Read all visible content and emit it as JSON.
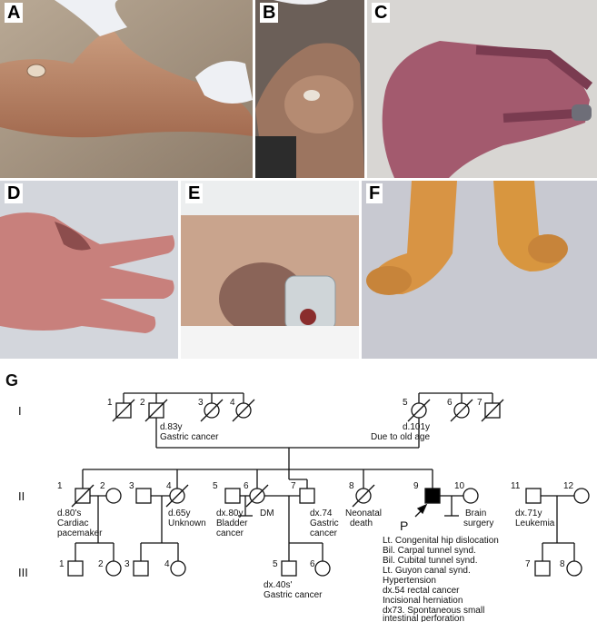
{
  "panels": {
    "A": "A",
    "B": "B",
    "C": "C",
    "D": "D",
    "E": "E",
    "F": "F",
    "G": "G"
  },
  "pedigree": {
    "generations": [
      "I",
      "II",
      "III"
    ],
    "gen1": {
      "n1": "1",
      "n2": "2",
      "n3": "3",
      "n4": "4",
      "n5": "5",
      "n6": "6",
      "n7": "7",
      "ann2": [
        "d.83y",
        "Gastric cancer"
      ],
      "ann5": [
        "d.101y",
        "Due to old age"
      ]
    },
    "gen2": {
      "n1": "1",
      "n2": "2",
      "n3": "3",
      "n4": "4",
      "n5": "5",
      "n6": "6",
      "n7": "7",
      "n8": "8",
      "n9": "9",
      "n10": "10",
      "n11": "11",
      "n12": "12",
      "ann1": [
        "d.80's",
        "Cardiac",
        "pacemaker"
      ],
      "ann4": [
        "d.65y",
        "Unknown"
      ],
      "ann5": [
        "dx.80y",
        "Bladder",
        "cancer"
      ],
      "ann6": [
        "DM"
      ],
      "ann7": [
        "dx.74",
        "Gastric",
        "cancer"
      ],
      "ann8": [
        "Neonatal",
        "death"
      ],
      "ann10": [
        "Brain",
        "surgery"
      ],
      "ann11": [
        "dx.71y",
        "Leukemia"
      ],
      "proband": "P",
      "proband_notes": [
        "Lt. Congenital hip dislocation",
        "Bil. Carpal tunnel synd.",
        "Bil. Cubital tunnel synd.",
        "Lt. Guyon canal synd.",
        "Hypertension",
        "dx.54 rectal cancer",
        "Incisional herniation",
        "dx73. Spontaneous small",
        "intestinal perforation"
      ]
    },
    "gen3": {
      "n1": "1",
      "n2": "2",
      "n3": "3",
      "n4": "4",
      "n5": "5",
      "n6": "6",
      "n7": "7",
      "n8": "8",
      "ann5": [
        "dx.40s'",
        "Gastric cancer"
      ]
    }
  },
  "colors": {
    "line": "#111111",
    "affected": "#000000",
    "skin": "#c98f6e",
    "photo_bg": "#d9d4cc"
  }
}
